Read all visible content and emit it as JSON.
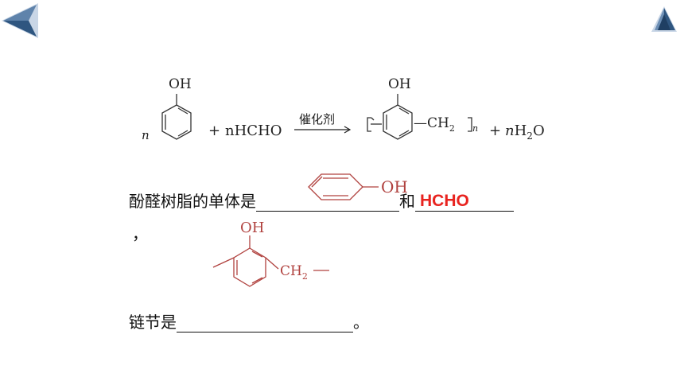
{
  "nav": {
    "back_icon": "back-arrow-icon",
    "logo_icon": "mountain-logo-icon",
    "accent": "#3a5f88"
  },
  "equation": {
    "coef_n": "n",
    "oh": "OH",
    "plus1": "+",
    "reagent": "nHCHO",
    "catalyst": "催化剂",
    "polymer_oh": "OH",
    "ch2": "—CH",
    "ch2_sub": "2",
    "repeat_n": "n",
    "plus2": "+",
    "water_n": "n",
    "water": "H",
    "water_sub": "2",
    "water_o": "O"
  },
  "question1": {
    "text": "酚醛树脂的单体是",
    "monomer_oh": "OH",
    "conj": "和",
    "answer": "HCHO",
    "comma": "，",
    "answer_color": "#e8231f"
  },
  "chain_unit": {
    "oh": "OH",
    "ch2": "CH",
    "ch2_sub": "2",
    "color": "#b0413e"
  },
  "question2": {
    "text": "链节是",
    "period": "。"
  }
}
